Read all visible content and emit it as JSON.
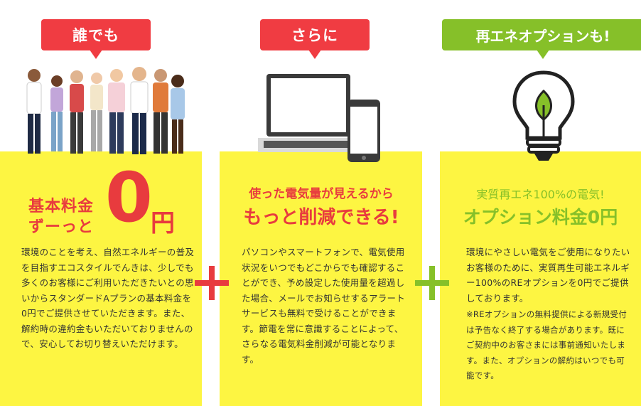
{
  "bubbles": {
    "left": "誰でも",
    "center": "さらに",
    "right": "再エネオプションも!"
  },
  "card_left": {
    "heading_line1": "基本料金",
    "heading_line2": "ずーっと",
    "big_number": "0",
    "big_unit": "円",
    "body": "環境のことを考え、自然エネルギーの普及を目指すエコスタイルでんきは、少しでも多くのお客様にご利用いただきたいとの思いからスタンダードAプランの基本料金を0円でご提供させていただきます。また、解約時の違約金もいただいておりませんので、安心してお切り替えいただけます。"
  },
  "card_center": {
    "heading_line1": "使った電気量が見えるから",
    "heading_line2": "もっと削減できる!",
    "body": "パソコンやスマートフォンで、電気使用状況をいつでもどこからでも確認することができ、予め設定した使用量を超過した場合、メールでお知らせするアラートサービスも無料で受けることができます。節電を常に意識することによって、さらなる電気料金削減が可能となります。"
  },
  "card_right": {
    "heading_line1": "実質再エネ100%の電気!",
    "heading_line2": "オプション料金0円",
    "body": "環境にやさしい電気をご使用になりたいお客様のために、実質再生可能エネルギー100%のREオプションを0円でご提供しております。",
    "note": "※REオプションの無料提供による新規受付は予告なく終了する場合があります。既にご契約中のお客さまには事前通知いたします。また、オプションの解約はいつでも可能です。"
  },
  "colors": {
    "card_bg": "#fdf542",
    "red": "#e83b3e",
    "green": "#86c029"
  },
  "icons": {
    "people": "people-group-illustration",
    "devices": "laptop-and-phone-illustration",
    "bulb": "light-bulb-leaf-icon",
    "plus": "plus-icon"
  }
}
